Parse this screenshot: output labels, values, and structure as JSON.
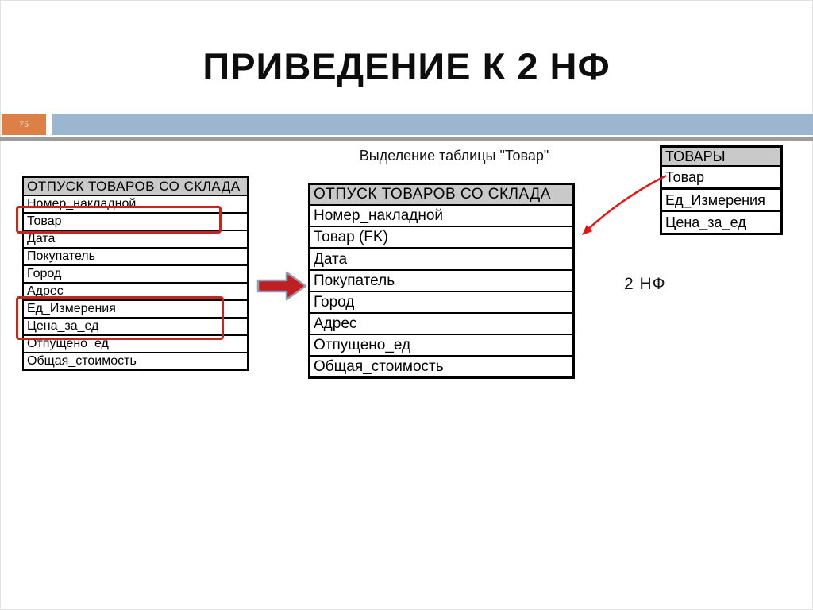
{
  "slide": {
    "title": "ПРИВЕДЕНИЕ К 2 НФ",
    "page_number": "75",
    "caption": "Выделение таблицы \"Товар\"",
    "nf_label": "2 НФ",
    "colors": {
      "accent_orange": "#DD8047",
      "accent_blue": "#9CB6CF",
      "divider_gray": "#9C9C9C",
      "table_header_bg": "#C9C9C9",
      "highlight_red": "#C2271B",
      "block_arrow_fill": "#BF1E23",
      "block_arrow_outline": "#8E9DB5",
      "relation_arrow_red": "#E81313"
    }
  },
  "left_table": {
    "title": "ОТПУСК ТОВАРОВ СО СКЛАДА",
    "rows": [
      "Номер_накладной",
      "Товар",
      "Дата",
      "Покупатель",
      "Город",
      "Адрес",
      "Ед_Измерения",
      "Цена_за_ед",
      "Отпущено_ед",
      "Общая_стоимость"
    ]
  },
  "middle_table": {
    "title": "ОТПУСК ТОВАРОВ СО СКЛАДА",
    "key_rows": [
      "Номер_накладной",
      "Товар (FK)"
    ],
    "rows": [
      "Дата",
      "Покупатель",
      "Город",
      "Адрес",
      "Отпущено_ед",
      "Общая_стоимость"
    ]
  },
  "right_table": {
    "title": "ТОВАРЫ",
    "key_rows": [
      "Товар"
    ],
    "rows": [
      "Ед_Измерения",
      "Цена_за_ед"
    ]
  }
}
